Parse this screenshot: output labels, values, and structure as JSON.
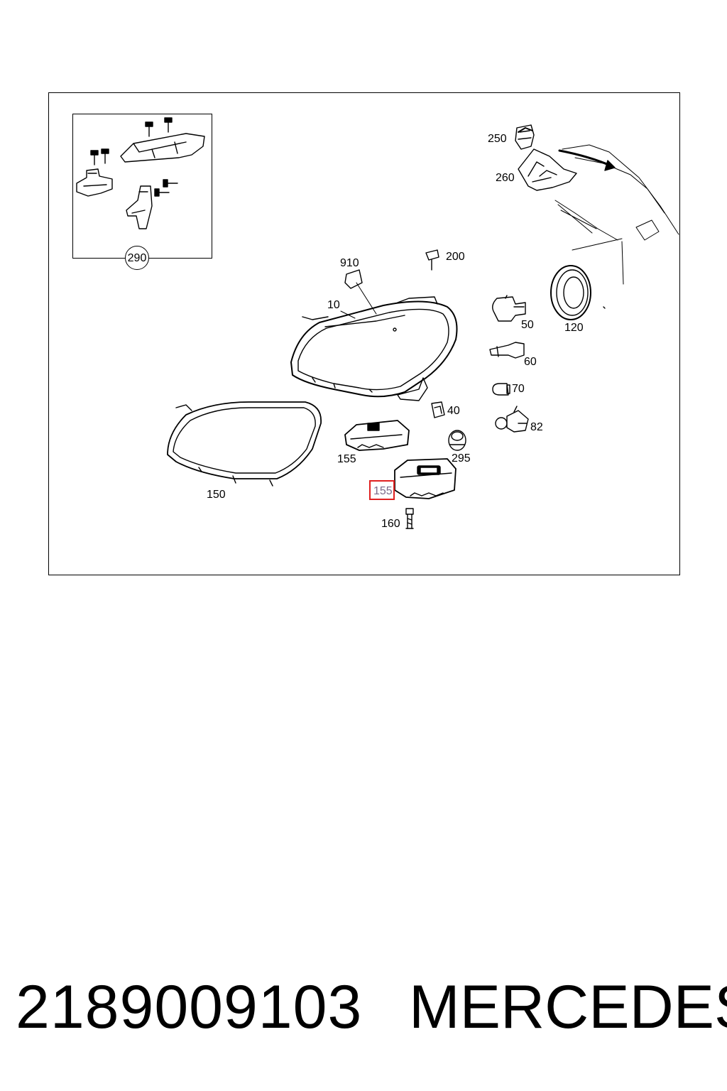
{
  "diagram": {
    "labels": {
      "p250": "250",
      "p260": "260",
      "p290": "290",
      "p910": "910",
      "p200": "200",
      "p10": "10",
      "p50": "50",
      "p120": "120",
      "p60": "60",
      "p70": "70",
      "p40": "40",
      "p82": "82",
      "p155a": "155",
      "p295": "295",
      "p155b": "155",
      "p150": "150",
      "p160": "160"
    }
  },
  "footer": {
    "part_number": "2189009103",
    "brand": "MERCEDES"
  },
  "colors": {
    "highlight": "#e02020",
    "line": "#000000"
  }
}
